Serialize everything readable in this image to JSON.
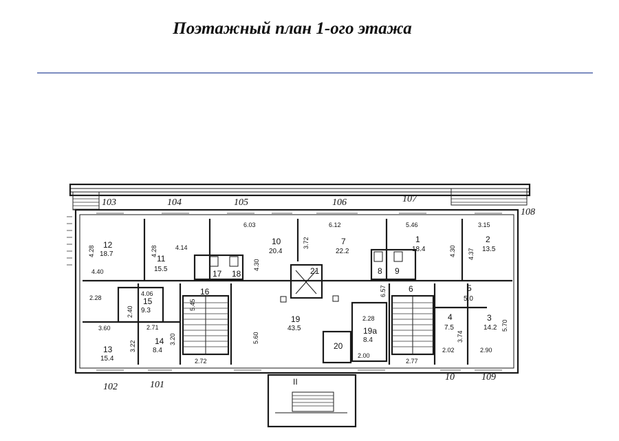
{
  "title": "Поэтажный план  1-ого этажа",
  "axes_top": [
    "103",
    "104",
    "105",
    "106",
    "107",
    "108"
  ],
  "axes_bottom": [
    "102",
    "101",
    "10",
    "109"
  ],
  "rooms": [
    {
      "num": "12",
      "area": "18.7"
    },
    {
      "num": "11",
      "area": "15.5"
    },
    {
      "num": "10",
      "area": "20.4"
    },
    {
      "num": "7",
      "area": "22.2"
    },
    {
      "num": "1",
      "area": "18.4"
    },
    {
      "num": "2",
      "area": "13.5"
    },
    {
      "num": "15",
      "area": "9.3"
    },
    {
      "num": "19",
      "area": "43.5"
    },
    {
      "num": "19a",
      "area": "8.4"
    },
    {
      "num": "6",
      "area": ""
    },
    {
      "num": "5",
      "area": "5.0"
    },
    {
      "num": "4",
      "area": "7.5"
    },
    {
      "num": "3",
      "area": "14.2"
    },
    {
      "num": "13",
      "area": "15.4"
    },
    {
      "num": "14",
      "area": "8.4"
    },
    {
      "num": "16",
      "area": ""
    },
    {
      "num": "17",
      "area": ""
    },
    {
      "num": "18",
      "area": ""
    },
    {
      "num": "8",
      "area": ""
    },
    {
      "num": "9",
      "area": ""
    },
    {
      "num": "20",
      "area": ""
    },
    {
      "num": "21",
      "area": ""
    },
    {
      "num": "II",
      "area": ""
    }
  ],
  "dimensions": [
    "4.28",
    "4.40",
    "4.28",
    "4.14",
    "6.03",
    "4.30",
    "6.12",
    "3.72",
    "5.46",
    "4.30",
    "3.15",
    "4.37",
    "2.28",
    "2.40",
    "4.06",
    "5.45",
    "3.60",
    "2.71",
    "3.22",
    "3.20",
    "2.72",
    "5.60",
    "2.28",
    "2.00",
    "6.57",
    "2.77",
    "3.74",
    "2.02",
    "5.70",
    "2.90"
  ]
}
